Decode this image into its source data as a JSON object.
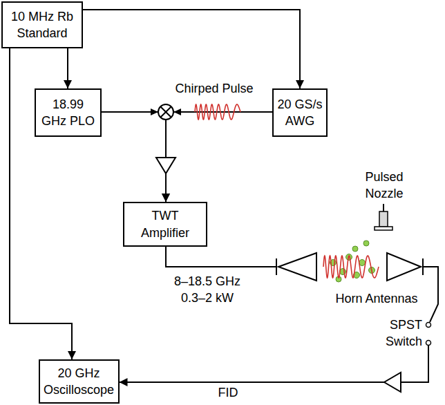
{
  "diagram": {
    "nodes": [
      {
        "text": [
          "10 MHz Rb Standard"
        ]
      },
      {
        "text": [
          "18.99 GHz PLO"
        ]
      },
      {
        "text": [
          "20 GS/s AWG"
        ]
      },
      {
        "text": [
          "TWT Amplifier"
        ]
      },
      {
        "text": [
          "20 GHz Oscilloscope"
        ]
      }
    ],
    "edges": [
      {
        "from": 0,
        "to": 1,
        "arrow": "to"
      },
      {
        "from": 0,
        "to": 2,
        "arrow": "to"
      },
      {
        "from": 0,
        "to": 4,
        "arrow": "to"
      },
      {
        "from": 1,
        "to": 3,
        "arrow": "to"
      },
      {
        "from": 2,
        "to": 3,
        "label": "Chirped Pulse",
        "arrow": "to"
      },
      {
        "from": 3,
        "to": 4,
        "label": "FID",
        "arrow": "to"
      }
    ],
    "labels": [
      "8–18.5 GHz",
      "0.3–2 kW",
      "Pulsed Nozzle",
      "Horn Antennas",
      "SPST Switch"
    ]
  }
}
